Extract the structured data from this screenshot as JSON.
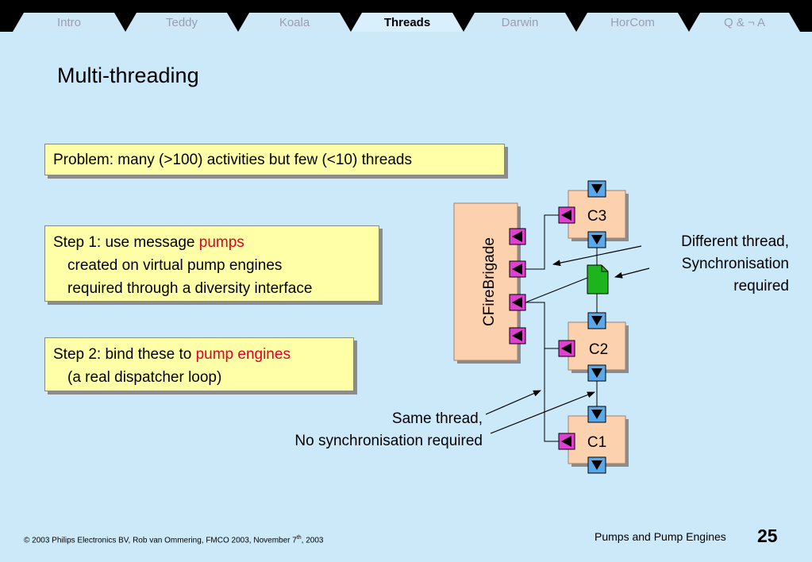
{
  "tabs": [
    {
      "label": "Intro"
    },
    {
      "label": "Teddy"
    },
    {
      "label": "Koala"
    },
    {
      "label": "Threads"
    },
    {
      "label": "Darwin"
    },
    {
      "label": "HorCom"
    },
    {
      "label": "Q & ¬ A"
    }
  ],
  "active_tab": "Threads",
  "title": "Multi-threading",
  "problem": "Problem: many (>100) activities but few (<10) threads",
  "step1": {
    "prefix": "Step 1: use message ",
    "highlight": "pumps",
    "line2": "created on virtual pump engines",
    "line3": "required through a diversity interface"
  },
  "step2": {
    "prefix": "Step 2: bind these to ",
    "highlight": "pump engines",
    "line2": "(a real dispatcher loop)"
  },
  "diagram": {
    "brigade_label": "CFireBrigade",
    "components": [
      "C3",
      "C2",
      "C1"
    ],
    "note_right": [
      "Different thread,",
      "Synchronisation",
      "required"
    ],
    "note_left": [
      "Same thread,",
      "No synchronisation required"
    ]
  },
  "footer": {
    "copyright_prefix": "© 2003 Philips Electronics BV, Rob van Ommering, FMCO 2003, November 7",
    "copyright_sup": "th",
    "copyright_suffix": ", 2003",
    "deck_title": "Pumps and Pump Engines",
    "page_number": "25"
  },
  "colors": {
    "background": "#cce9fa",
    "box_fill": "#ffffa8",
    "component_fill": "#fcd1ae",
    "port_pink": "#e040d0",
    "port_blue": "#5aa8ea",
    "data_green": "#1db51d",
    "highlight_red": "#e0002a"
  }
}
